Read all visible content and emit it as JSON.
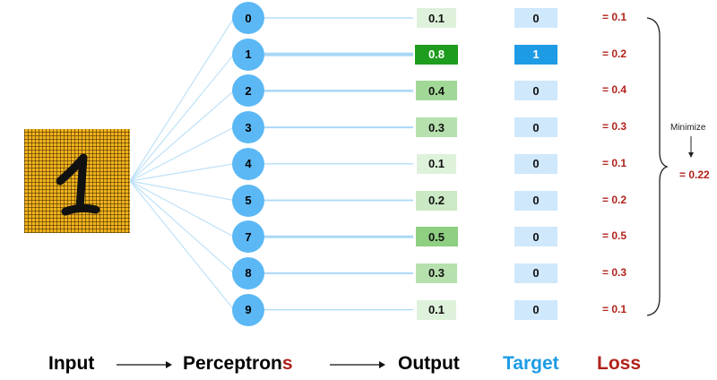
{
  "input_digit": "1",
  "colors": {
    "node": "#5bb8f5",
    "target_hot": "#1e9be5",
    "target": "#cfe8fb",
    "loss": "#b0221b",
    "output_green": "#1e9c1e"
  },
  "rows": [
    {
      "node": "0",
      "output": "0.1",
      "target": "0",
      "loss": "= 0.1"
    },
    {
      "node": "1",
      "output": "0.8",
      "target": "1",
      "loss": "= 0.2"
    },
    {
      "node": "2",
      "output": "0.4",
      "target": "0",
      "loss": "= 0.4"
    },
    {
      "node": "3",
      "output": "0.3",
      "target": "0",
      "loss": "= 0.3"
    },
    {
      "node": "4",
      "output": "0.1",
      "target": "0",
      "loss": "= 0.1"
    },
    {
      "node": "5",
      "output": "0.2",
      "target": "0",
      "loss": "= 0.2"
    },
    {
      "node": "7",
      "output": "0.5",
      "target": "0",
      "loss": "= 0.5"
    },
    {
      "node": "8",
      "output": "0.3",
      "target": "0",
      "loss": "= 0.3"
    },
    {
      "node": "9",
      "output": "0.1",
      "target": "0",
      "loss": "= 0.1"
    }
  ],
  "minimize_label": "Minimize",
  "total_loss": "= 0.22",
  "bottom": {
    "input": "Input",
    "perceptrons_main": "Perceptron",
    "perceptrons_suffix": "s",
    "output": "Output",
    "target": "Target",
    "loss": "Loss"
  }
}
